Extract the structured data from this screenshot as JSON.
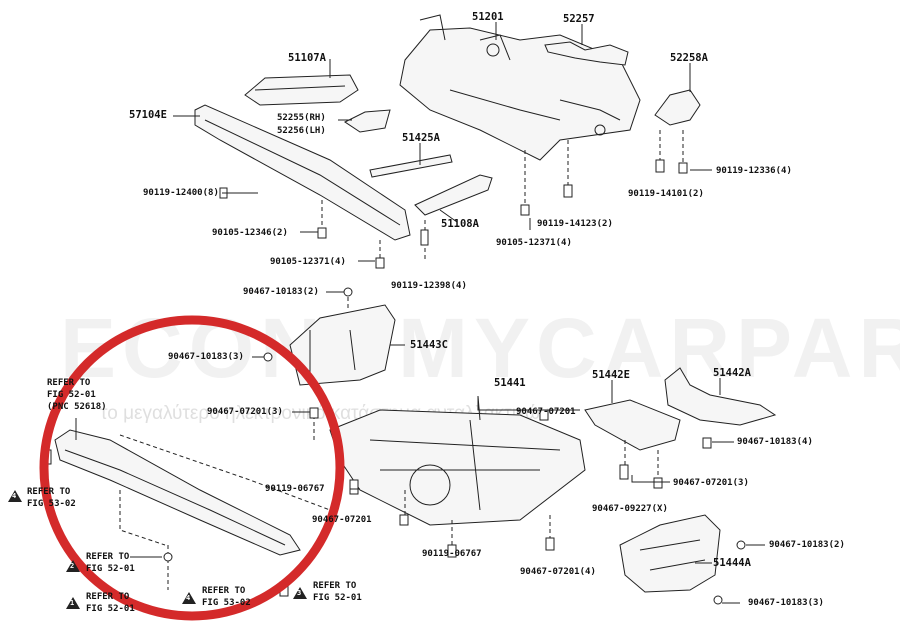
{
  "watermark": {
    "brand": "ECONOMYCARPARTS.GR",
    "tagline": "το μεγαλύτερο ηλεκτρονικό κατάστημα ανταλλακτικών"
  },
  "highlight_color": "#d42a2a",
  "parts": {
    "p51201": "51201",
    "p52257": "52257",
    "p51107A": "51107A",
    "p52258A": "52258A",
    "p57104E": "57104E",
    "p52255": "52255(RH)",
    "p52256": "52256(LH)",
    "p51425A": "51425A",
    "p51108A": "51108A",
    "p51443C": "51443C",
    "p51441": "51441",
    "p51442E": "51442E",
    "p51442A": "51442A",
    "p51444A": "51444A"
  },
  "fasteners": {
    "f1": "90119-12336(4)",
    "f2": "90119-12400(8)",
    "f3": "90119-14101(2)",
    "f4": "90119-14123(2)",
    "f5": "90105-12346(2)",
    "f6": "90105-12371(4)",
    "f7": "90105-12371(4)",
    "f8": "90119-12398(4)",
    "f9": "90467-10183(2)",
    "f10": "90467-10183(3)",
    "f11": "90467-07201(3)",
    "f12": "90467-07201",
    "f13": "90467-10183(4)",
    "f14": "90119-06767",
    "f15": "90467-07201(3)",
    "f16": "90467-07201",
    "f17": "90467-09227(X)",
    "f18": "90467-10183(2)",
    "f19": "90119-06767",
    "f20": "90467-07201(4)",
    "f21": "90467-10183(3)"
  },
  "refs": {
    "r_top": {
      "l1": "REFER TO",
      "l2": "FIG 52-01",
      "l3": "(PNC 52618)"
    },
    "r4a": {
      "num": "4",
      "l1": "REFER TO",
      "l2": "FIG 53-02"
    },
    "r2": {
      "num": "2",
      "l1": "REFER TO",
      "l2": "FIG 52-01"
    },
    "r1": {
      "num": "1",
      "l1": "REFER TO",
      "l2": "FIG 52-01"
    },
    "r4b": {
      "num": "4",
      "l1": "REFER TO",
      "l2": "FIG 53-02"
    },
    "r3": {
      "num": "3",
      "l1": "REFER TO",
      "l2": "FIG 52-01"
    }
  }
}
